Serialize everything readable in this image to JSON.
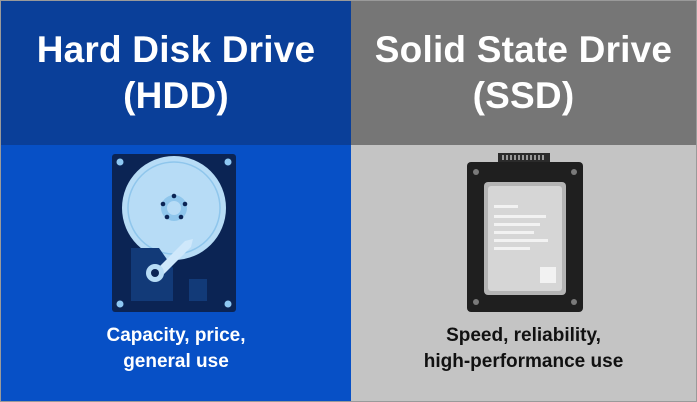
{
  "left": {
    "title_line1": "Hard Disk Drive",
    "title_line2": "(HDD)",
    "caption_line1": "Capacity, price,",
    "caption_line2": "general use",
    "icon": "hard-disk-drive-icon",
    "colors": {
      "header": "#0a3f99",
      "body": "#0750c6"
    }
  },
  "right": {
    "title_line1": "Solid State Drive",
    "title_line2": "(SSD)",
    "caption_line1": "Speed, reliability,",
    "caption_line2": "high-performance use",
    "icon": "solid-state-drive-icon",
    "colors": {
      "header": "#767676",
      "body": "#c4c4c4"
    }
  }
}
